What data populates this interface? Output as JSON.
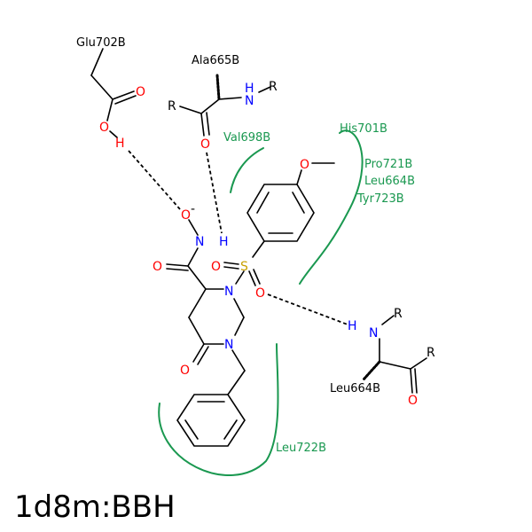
{
  "caption": "1d8m:BBH",
  "colors": {
    "bond": "#000000",
    "oxygen": "#ff0000",
    "nitrogen": "#0000ff",
    "sulfur": "#c8a000",
    "residue": "#1a9850"
  },
  "atoms": {
    "oxygen": "O",
    "nitrogen": "N",
    "hydrogen": "H",
    "sulfur": "S",
    "r_group": "R",
    "charge": "-"
  },
  "ligand_residues": {
    "glu702b": "Glu702B",
    "ala665b_top": "Ala665B",
    "leu664b_bottom": "Leu664B"
  },
  "hydrophobic_residues": {
    "val698b": "Val698B",
    "his701b": "His701B",
    "pro721b": "Pro721B",
    "leu664b": "Leu664B",
    "tyr723b": "Tyr723B",
    "leu722b": "Leu722B"
  }
}
